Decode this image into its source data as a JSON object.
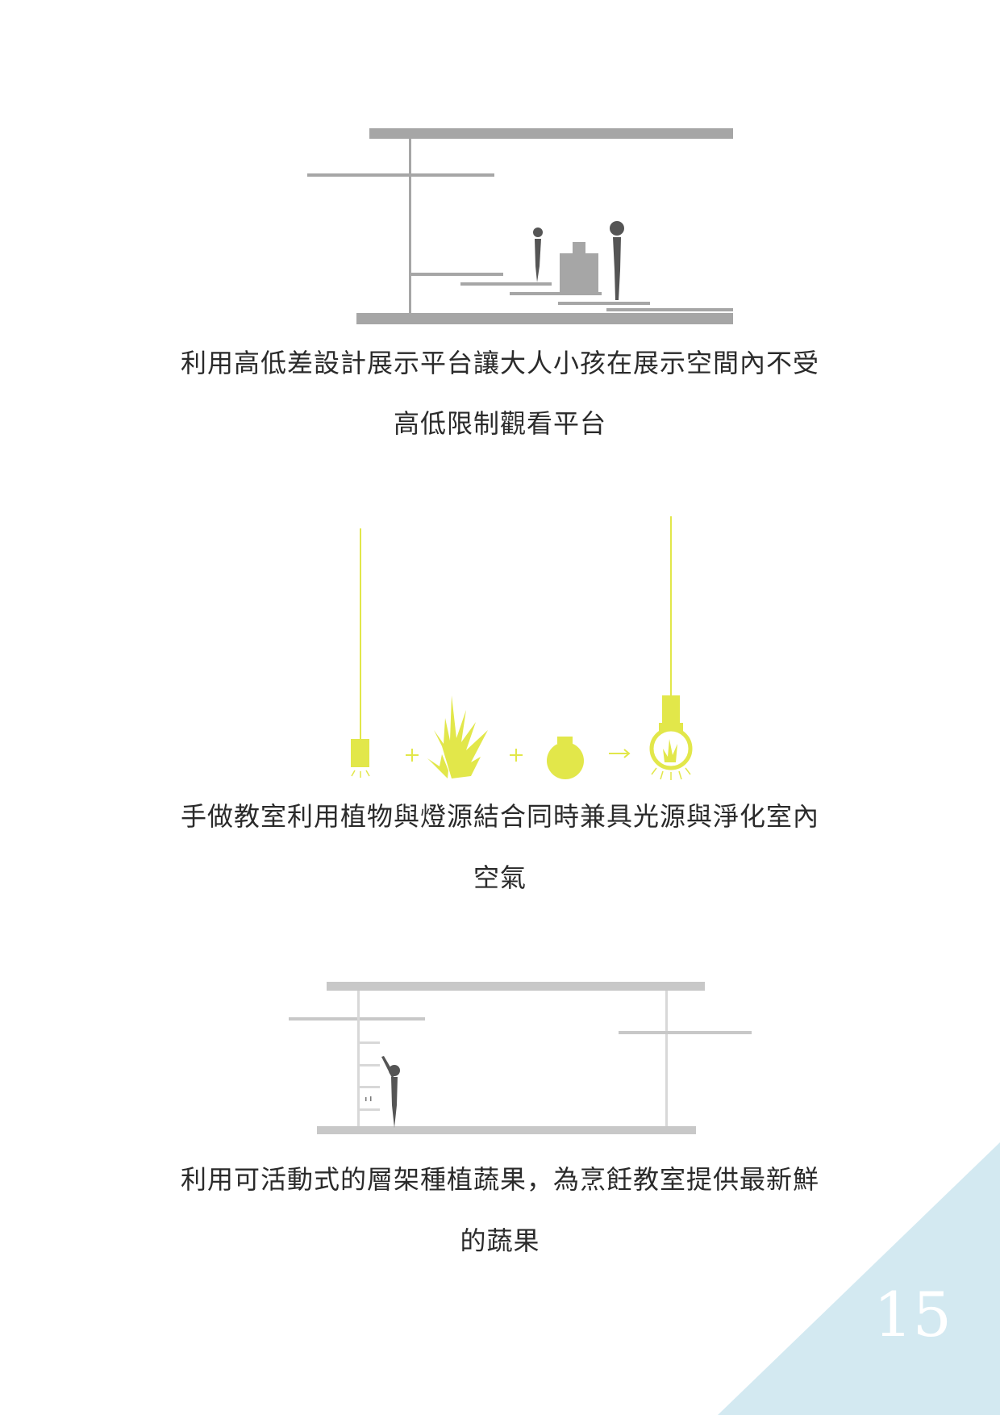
{
  "page_number": "15",
  "colors": {
    "diagram_gray": "#a6a6a6",
    "figure_dark": "#555555",
    "accent_yellow": "#e2e74a",
    "corner_blue": "#d3e9f1",
    "text": "#2a2a2a"
  },
  "sections": [
    {
      "illustration": "multi-level-display-platform-diagram",
      "caption_lines": [
        "利用高低差設計展示平台讓大人小孩在展示空間內不受",
        "高低限制觀看平台"
      ]
    },
    {
      "illustration": "plant-lamp-combination-diagram",
      "caption_lines": [
        "手做教室利用植物與燈源結合同時兼具光源與淨化室內",
        "空氣"
      ]
    },
    {
      "illustration": "movable-planting-shelf-diagram",
      "caption_lines": [
        "利用可活動式的層架種植蔬果，為烹飪教室提供最新鮮",
        "的蔬果"
      ]
    }
  ]
}
